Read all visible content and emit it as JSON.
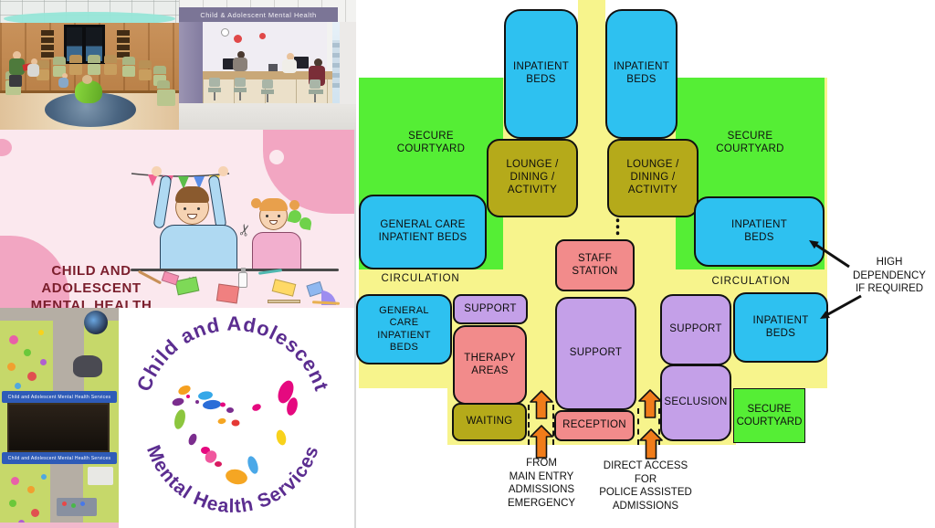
{
  "palette": {
    "beds_blue": "#2EC1F0",
    "courtyard_green": "#55EE35",
    "lounge_olive": "#B5AA1A",
    "circulation_yellow": "#F7F48C",
    "staff_salmon": "#F28B8B",
    "support_purple": "#C4A0E8",
    "arrow_orange": "#F07C1A",
    "outline_black": "#111111",
    "banner_pink_bg": "#FBE8EE",
    "banner_blob_pink": "#F2A6C2",
    "banner_title_maroon": "#7A1E2C",
    "logo_purple": "#5B2D90",
    "photo_sign_purple": "#7B7596",
    "mural_banner_blue": "#2E5BB8"
  },
  "photos": {
    "reception_sign": "Child & Adolescent Mental Health",
    "corridor_banner_top": "Child and Adolescent Mental Health Services",
    "corridor_banner_bottom": "Child and Adolescent Mental Health Services"
  },
  "banner": {
    "title": "CHILD AND ADOLESCENT\nMENTAL HEALTH"
  },
  "logo": {
    "arc_top": "Child and Adolescent",
    "arc_bottom": "Mental Health Services"
  },
  "diagram": {
    "rooms": {
      "inpatient_beds_top_left": "INPATIENT\nBEDS",
      "inpatient_beds_top_right": "INPATIENT\nBEDS",
      "secure_courtyard_left": "SECURE\nCOURTYARD",
      "secure_courtyard_right": "SECURE\nCOURTYARD",
      "lounge_left": "LOUNGE /\nDINING /\nACTIVITY",
      "lounge_right": "LOUNGE /\nDINING /\nACTIVITY",
      "general_care_upper": "GENERAL CARE\nINPATIENT BEDS",
      "inpatient_beds_hd_upper": "INPATIENT\nBEDS",
      "circulation_left": "CIRCULATION",
      "circulation_right": "CIRCULATION",
      "staff_station": "STAFF\nSTATION",
      "general_care_lower": "GENERAL\nCARE\nINPATIENT\nBEDS",
      "support_small_left": "SUPPORT",
      "therapy_areas": "THERAPY\nAREAS",
      "support_center": "SUPPORT",
      "support_right": "SUPPORT",
      "inpatient_beds_hd_lower": "INPATIENT\nBEDS",
      "seclusion": "SECLUSION",
      "secure_courtyard_small": "SECURE\nCOURTYARD",
      "waiting": "WAITING",
      "reception": "RECEPTION"
    },
    "annotations": {
      "high_dependency": "HIGH\nDEPENDENCY\nIF REQUIRED",
      "from_main_entry": "FROM\nMAIN ENTRY\nADMISSIONS\nEMERGENCY",
      "direct_access": "DIRECT ACCESS\nFOR\nPOLICE ASSISTED\nADMISSIONS"
    }
  }
}
